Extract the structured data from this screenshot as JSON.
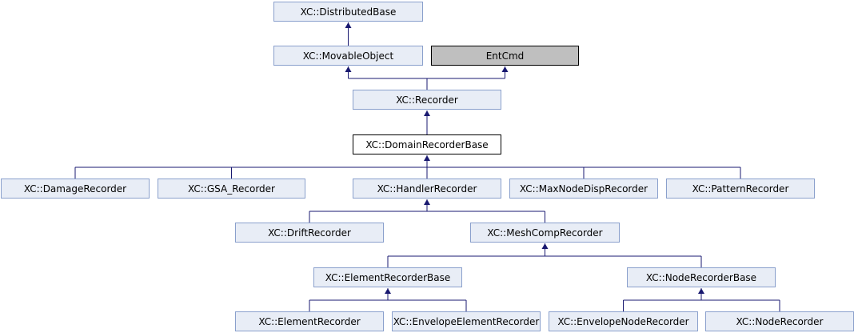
{
  "diagram": {
    "nodes": [
      {
        "id": "distributed_base",
        "label": "XC::DistributedBase",
        "kind": "class"
      },
      {
        "id": "movable_object",
        "label": "XC::MovableObject",
        "kind": "class"
      },
      {
        "id": "ent_cmd",
        "label": "EntCmd",
        "kind": "external"
      },
      {
        "id": "recorder",
        "label": "XC::Recorder",
        "kind": "class"
      },
      {
        "id": "domain_recorder_base",
        "label": "XC::DomainRecorderBase",
        "kind": "current"
      },
      {
        "id": "damage_recorder",
        "label": "XC::DamageRecorder",
        "kind": "class"
      },
      {
        "id": "gsa_recorder",
        "label": "XC::GSA_Recorder",
        "kind": "class"
      },
      {
        "id": "handler_recorder",
        "label": "XC::HandlerRecorder",
        "kind": "class"
      },
      {
        "id": "max_node_disp_recorder",
        "label": "XC::MaxNodeDispRecorder",
        "kind": "class"
      },
      {
        "id": "pattern_recorder",
        "label": "XC::PatternRecorder",
        "kind": "class"
      },
      {
        "id": "drift_recorder",
        "label": "XC::DriftRecorder",
        "kind": "class"
      },
      {
        "id": "mesh_comp_recorder",
        "label": "XC::MeshCompRecorder",
        "kind": "class"
      },
      {
        "id": "element_recorder_base",
        "label": "XC::ElementRecorderBase",
        "kind": "class"
      },
      {
        "id": "node_recorder_base",
        "label": "XC::NodeRecorderBase",
        "kind": "class"
      },
      {
        "id": "element_recorder",
        "label": "XC::ElementRecorder",
        "kind": "class"
      },
      {
        "id": "envelope_element_recorder",
        "label": "XC::EnvelopeElementRecorder",
        "kind": "class"
      },
      {
        "id": "envelope_node_recorder",
        "label": "XC::EnvelopeNodeRecorder",
        "kind": "class"
      },
      {
        "id": "node_recorder",
        "label": "XC::NodeRecorder",
        "kind": "class"
      }
    ],
    "edges": [
      {
        "child": "movable_object",
        "parent": "distributed_base"
      },
      {
        "child": "recorder",
        "parent": "movable_object"
      },
      {
        "child": "recorder",
        "parent": "ent_cmd"
      },
      {
        "child": "domain_recorder_base",
        "parent": "recorder"
      },
      {
        "child": "damage_recorder",
        "parent": "domain_recorder_base"
      },
      {
        "child": "gsa_recorder",
        "parent": "domain_recorder_base"
      },
      {
        "child": "handler_recorder",
        "parent": "domain_recorder_base"
      },
      {
        "child": "max_node_disp_recorder",
        "parent": "domain_recorder_base"
      },
      {
        "child": "pattern_recorder",
        "parent": "domain_recorder_base"
      },
      {
        "child": "drift_recorder",
        "parent": "handler_recorder"
      },
      {
        "child": "mesh_comp_recorder",
        "parent": "handler_recorder"
      },
      {
        "child": "element_recorder_base",
        "parent": "mesh_comp_recorder"
      },
      {
        "child": "node_recorder_base",
        "parent": "mesh_comp_recorder"
      },
      {
        "child": "element_recorder",
        "parent": "element_recorder_base"
      },
      {
        "child": "envelope_element_recorder",
        "parent": "element_recorder_base"
      },
      {
        "child": "envelope_node_recorder",
        "parent": "node_recorder_base"
      },
      {
        "child": "node_recorder",
        "parent": "node_recorder_base"
      }
    ],
    "colors": {
      "node_fill": "#e8edf6",
      "node_border": "#8aa0cc",
      "current_fill": "#ffffff",
      "external_fill": "#bfbfbf",
      "edge": "#191970"
    }
  }
}
